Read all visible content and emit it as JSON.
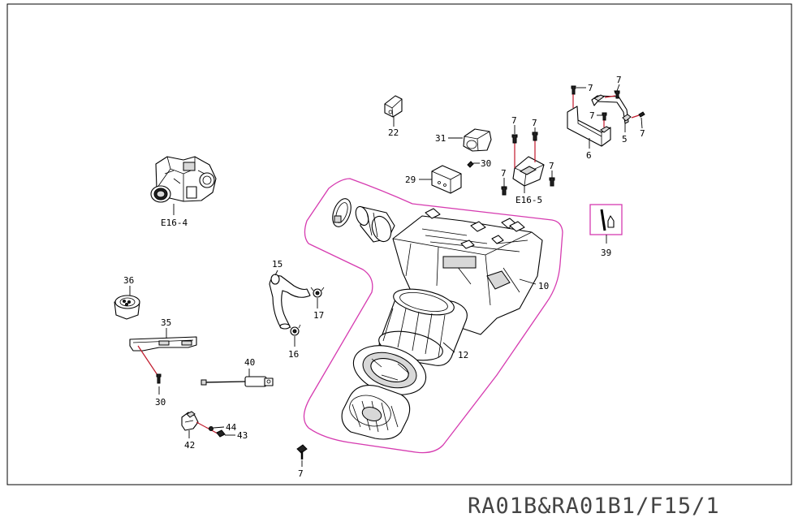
{
  "diagram": {
    "footer_code": "RA01B&RA01B1/F15/1",
    "callouts": {
      "c22": "22",
      "c31": "31",
      "c30a": "30",
      "c29": "29",
      "c7_ecu_l": "7",
      "c7_ecu_r": "7",
      "c7_ecu_bl": "7",
      "c7_ecu_br": "7",
      "e16_5": "E16-5",
      "c7_br_1": "7",
      "c7_br_2": "7",
      "c7_br_3": "7",
      "c7_br_4": "7",
      "c5": "5",
      "c6": "6",
      "e16_4": "E16-4",
      "c39": "39",
      "c10": "10",
      "c15": "15",
      "c17": "17",
      "c16": "16",
      "c36": "36",
      "c35": "35",
      "c30b": "30",
      "c12": "12",
      "c40": "40",
      "c44": "44",
      "c43": "43",
      "c42": "42",
      "c7_bottom": "7"
    }
  }
}
